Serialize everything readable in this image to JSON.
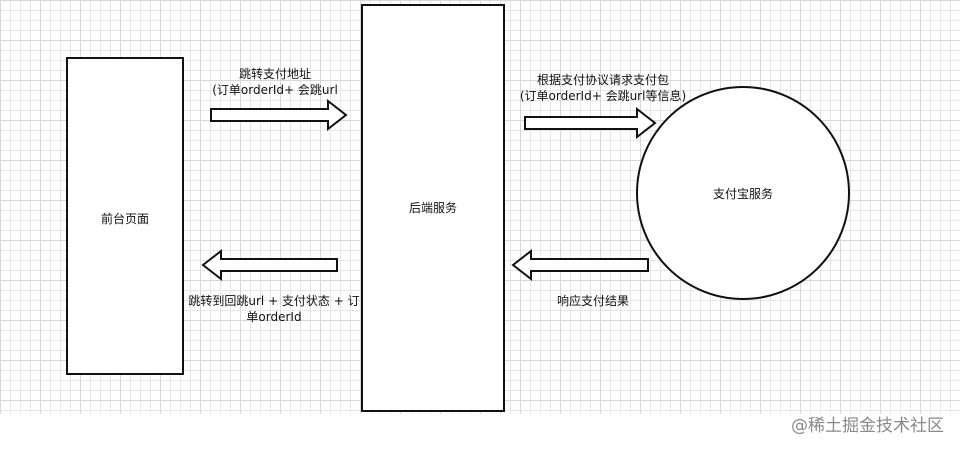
{
  "nodes": {
    "frontend": "前台页面",
    "backend": "后端服务",
    "alipay": "支付宝服务"
  },
  "edges": {
    "front_to_back": "跳转支付地址\n(订单orderId+ 会跳url",
    "back_to_alipay": "根据支付协议请求支付包\n(订单orderId+ 会跳url等信息)",
    "back_to_front": "跳转到回跳url + 支付状态 + 订\n单orderId",
    "alipay_to_back": "响应支付结果"
  },
  "watermark": "@稀土掘金技术社区"
}
